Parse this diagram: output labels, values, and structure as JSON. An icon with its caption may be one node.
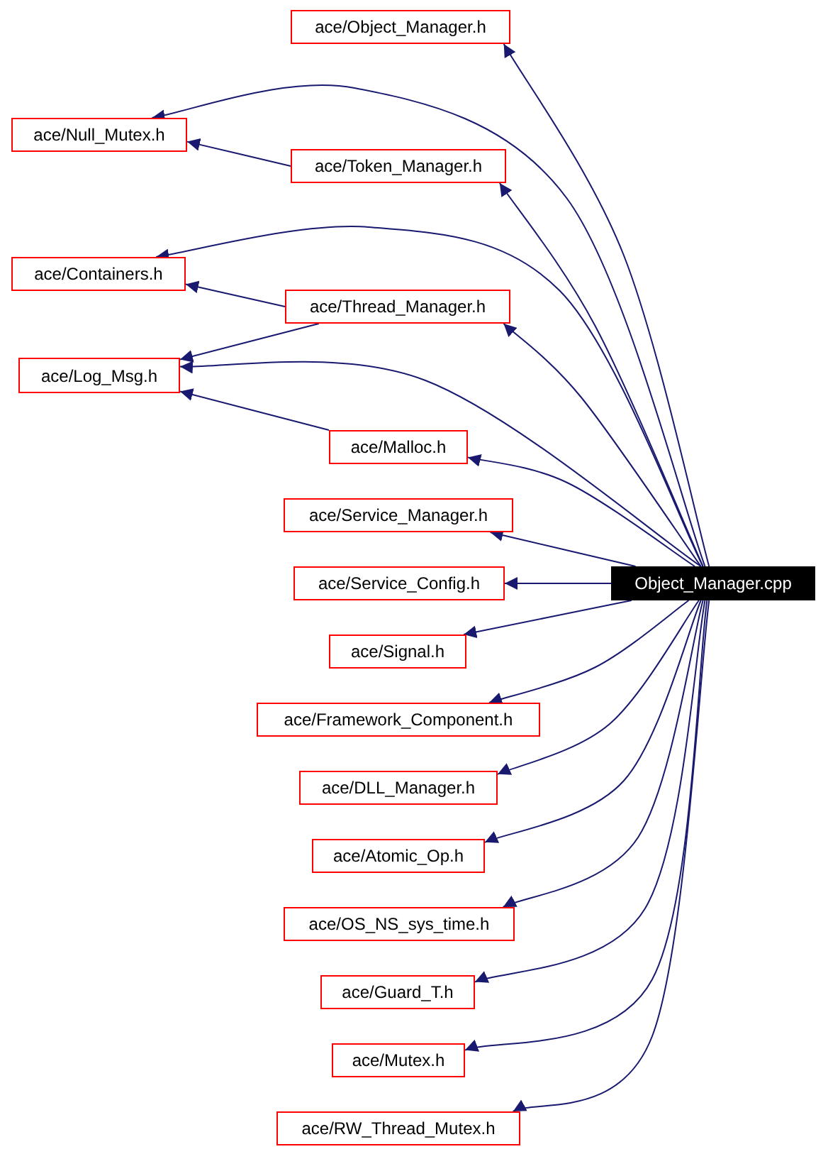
{
  "diagram": {
    "nodes": [
      {
        "text": [
          "ace/Object_Manager.h"
        ]
      },
      {
        "text": [
          "ace/Null_Mutex.h"
        ]
      },
      {
        "text": [
          "ace/Token_Manager.h"
        ]
      },
      {
        "text": [
          "ace/Containers.h"
        ]
      },
      {
        "text": [
          "ace/Thread_Manager.h"
        ]
      },
      {
        "text": [
          "ace/Log_Msg.h"
        ]
      },
      {
        "text": [
          "ace/Malloc.h"
        ]
      },
      {
        "text": [
          "ace/Service_Manager.h"
        ]
      },
      {
        "text": [
          "ace/Service_Config.h"
        ]
      },
      {
        "text": [
          "ace/Signal.h"
        ]
      },
      {
        "text": [
          "ace/Framework_Component.h"
        ]
      },
      {
        "text": [
          "ace/DLL_Manager.h"
        ]
      },
      {
        "text": [
          "ace/Atomic_Op.h"
        ]
      },
      {
        "text": [
          "ace/OS_NS_sys_time.h"
        ]
      },
      {
        "text": [
          "ace/Guard_T.h"
        ]
      },
      {
        "text": [
          "ace/Mutex.h"
        ]
      },
      {
        "text": [
          "ace/RW_Thread_Mutex.h"
        ]
      },
      {
        "text": [
          "Object_Manager.cpp"
        ]
      }
    ],
    "edges": [
      {
        "from": 17,
        "to": 0,
        "arrow": "to"
      },
      {
        "from": 17,
        "to": 1,
        "arrow": "to"
      },
      {
        "from": 17,
        "to": 2,
        "arrow": "to"
      },
      {
        "from": 17,
        "to": 3,
        "arrow": "to"
      },
      {
        "from": 17,
        "to": 4,
        "arrow": "to"
      },
      {
        "from": 17,
        "to": 5,
        "arrow": "to"
      },
      {
        "from": 17,
        "to": 6,
        "arrow": "to"
      },
      {
        "from": 17,
        "to": 7,
        "arrow": "to"
      },
      {
        "from": 17,
        "to": 8,
        "arrow": "to"
      },
      {
        "from": 17,
        "to": 9,
        "arrow": "to"
      },
      {
        "from": 17,
        "to": 10,
        "arrow": "to"
      },
      {
        "from": 17,
        "to": 11,
        "arrow": "to"
      },
      {
        "from": 17,
        "to": 12,
        "arrow": "to"
      },
      {
        "from": 17,
        "to": 13,
        "arrow": "to"
      },
      {
        "from": 17,
        "to": 14,
        "arrow": "to"
      },
      {
        "from": 17,
        "to": 15,
        "arrow": "to"
      },
      {
        "from": 17,
        "to": 16,
        "arrow": "to"
      },
      {
        "from": 2,
        "to": 1,
        "arrow": "to"
      },
      {
        "from": 4,
        "to": 3,
        "arrow": "to"
      },
      {
        "from": 4,
        "to": 5,
        "arrow": "to"
      },
      {
        "from": 6,
        "to": 5,
        "arrow": "to"
      }
    ]
  }
}
